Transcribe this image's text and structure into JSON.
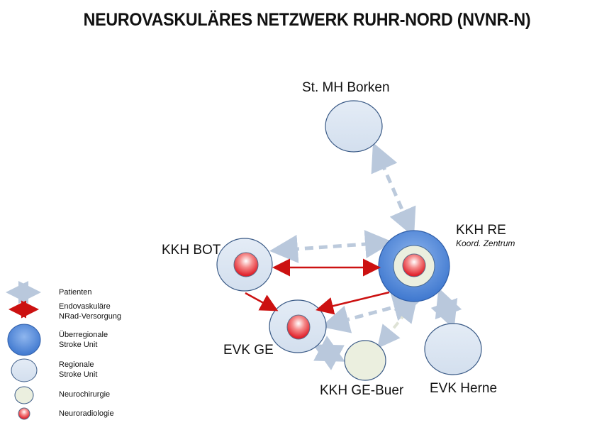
{
  "title": "NEUROVASKULÄRES NETZWERK RUHR-NORD (NVNR-N)",
  "nodes": {
    "borken": {
      "label": "St. MH Borken",
      "type": "Regionale Stroke Unit"
    },
    "kkh_re": {
      "label": "KKH RE",
      "sublabel": "Koord. Zentrum",
      "type": "Überregionale Stroke Unit"
    },
    "kkh_bot": {
      "label": "KKH BOT",
      "type": "Regionale Stroke Unit"
    },
    "evk_ge": {
      "label": "EVK GE",
      "type": "Regionale Stroke Unit"
    },
    "kkh_ge_buer": {
      "label": "KKH GE-Buer",
      "type": "Neurochirurgie"
    },
    "evk_herne": {
      "label": "EVK Herne",
      "type": "Regionale Stroke Unit"
    }
  },
  "legend": {
    "patients": "Patienten",
    "endo_line1": "Endovaskuläre",
    "endo_line2": "NRad-Versorgung",
    "ueber_line1": "Überregionale",
    "ueber_line2": "Stroke Unit",
    "reg_line1": "Regionale",
    "reg_line2": "Stroke Unit",
    "neurochir": "Neurochirurgie",
    "neurorad": "Neuroradiologie"
  },
  "colors": {
    "regional_fill": "#dce6f2",
    "ueber_fill": "#4f86d6",
    "neurochir_fill": "#ebefdf",
    "neurorad_fill": "#e8343a",
    "arrow_red": "#cc1111",
    "arrow_dash": "#b9c8dc"
  }
}
